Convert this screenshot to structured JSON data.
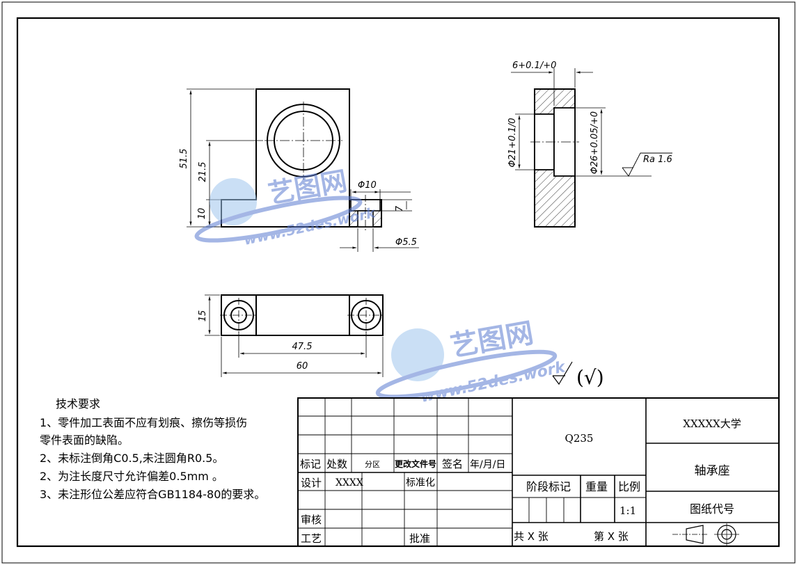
{
  "dimensions": {
    "total_height": "51.5",
    "step_height": "21.5",
    "base_height": "10",
    "counterbore_dia": "Φ10",
    "counterbore_depth": "7",
    "hole_dia": "Φ5.5",
    "bottom_height": "15",
    "hole_spacing": "47.5",
    "overall_width": "60",
    "side_width": "6+0.1/+0",
    "side_dia_21": "Φ21+0.1/0",
    "side_dia_26": "Φ26+0.05/+0",
    "roughness": "Ra 1.6"
  },
  "roughness_note": "(√)",
  "watermarks": {
    "brand": "艺图网",
    "url": "www.52des.work"
  },
  "tech_requirements": {
    "title": "技术要求",
    "lines": [
      "1、零件加工表面不应有划痕、擦伤等损伤",
      "零件表面的缺陷。",
      "2、未标注倒角C0.5,未注圆角R0.5。",
      "2、为注长度尺寸允许偏差0.5mm 。",
      "3、未注形位公差应符合GB1184-80的要求。"
    ]
  },
  "title_block": {
    "material": "Q235",
    "school": "XXXXX大学",
    "part_name": "轴承座",
    "drawing_code": "图纸代号",
    "rev_headers": [
      "标记",
      "处数",
      "分区",
      "更改文件号",
      "签名",
      "年/月/日"
    ],
    "design_label": "设计",
    "designer": "XXXX",
    "standardize_label": "标准化",
    "review_label": "审核",
    "process_label": "工艺",
    "approve_label": "批准",
    "stage_label": "阶段标记",
    "weight_label": "重量",
    "scale_label": "比例",
    "scale_value": "1:1",
    "total_sheets": "共 X 张",
    "sheet_no": "第 X 张"
  }
}
